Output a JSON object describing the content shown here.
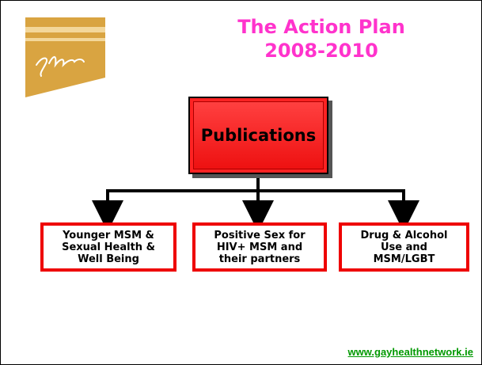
{
  "title": {
    "line1": "The Action Plan",
    "line2": "2008-2010"
  },
  "logo": {
    "text": "ghn"
  },
  "central": {
    "label": "Publications"
  },
  "children": [
    {
      "label": "Younger MSM &\nSexual Health &\nWell Being"
    },
    {
      "label": "Positive Sex for\nHIV+ MSM and\ntheir partners"
    },
    {
      "label": "Drug & Alcohol\nUse and\nMSM/LGBT"
    }
  ],
  "footer": {
    "url": "www.gayhealthnetwork.ie"
  },
  "colors": {
    "title": "#ff33cc",
    "central_fill": "#ff2222",
    "child_border": "#ee0000",
    "url": "#009900",
    "logo_gold": "#d9a441"
  }
}
